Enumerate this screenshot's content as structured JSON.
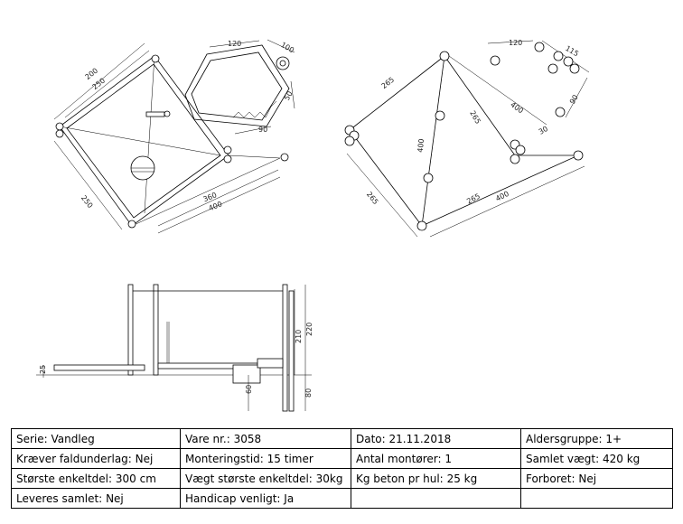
{
  "top_view": {
    "dims": [
      "200",
      "250",
      "120",
      "100",
      "50",
      "90",
      "250",
      "360",
      "400"
    ]
  },
  "foundation_plan": {
    "dims": [
      "120",
      "115",
      "265",
      "265",
      "400",
      "90",
      "30",
      "400",
      "265",
      "265",
      "400"
    ]
  },
  "side_view": {
    "dims": [
      "25",
      "210",
      "220",
      "60",
      "80"
    ]
  },
  "spec_table": {
    "rows": [
      [
        {
          "label": "Serie:",
          "value": "Vandleg"
        },
        {
          "label": "Vare nr.:",
          "value": "3058"
        },
        {
          "label": "Dato:",
          "value": "21.11.2018"
        },
        {
          "label": "Aldersgruppe:",
          "value": "1+"
        }
      ],
      [
        {
          "label": "Kræver faldunderlag:",
          "value": "Nej"
        },
        {
          "label": "Monteringstid:",
          "value": "15 timer"
        },
        {
          "label": "Antal montører:",
          "value": "1"
        },
        {
          "label": "Samlet vægt:",
          "value": "420 kg"
        }
      ],
      [
        {
          "label": "Største enkeltdel:",
          "value": "300 cm"
        },
        {
          "label": "Vægt største enkeltdel:",
          "value": "30kg"
        },
        {
          "label": "Kg beton pr hul:",
          "value": "25 kg"
        },
        {
          "label": "Forboret:",
          "value": "Nej"
        }
      ],
      [
        {
          "label": "Leveres samlet:",
          "value": "Nej"
        },
        {
          "label": "Handicap venligt:",
          "value": "Ja"
        },
        {
          "label": "",
          "value": ""
        },
        {
          "label": "",
          "value": ""
        }
      ]
    ]
  }
}
